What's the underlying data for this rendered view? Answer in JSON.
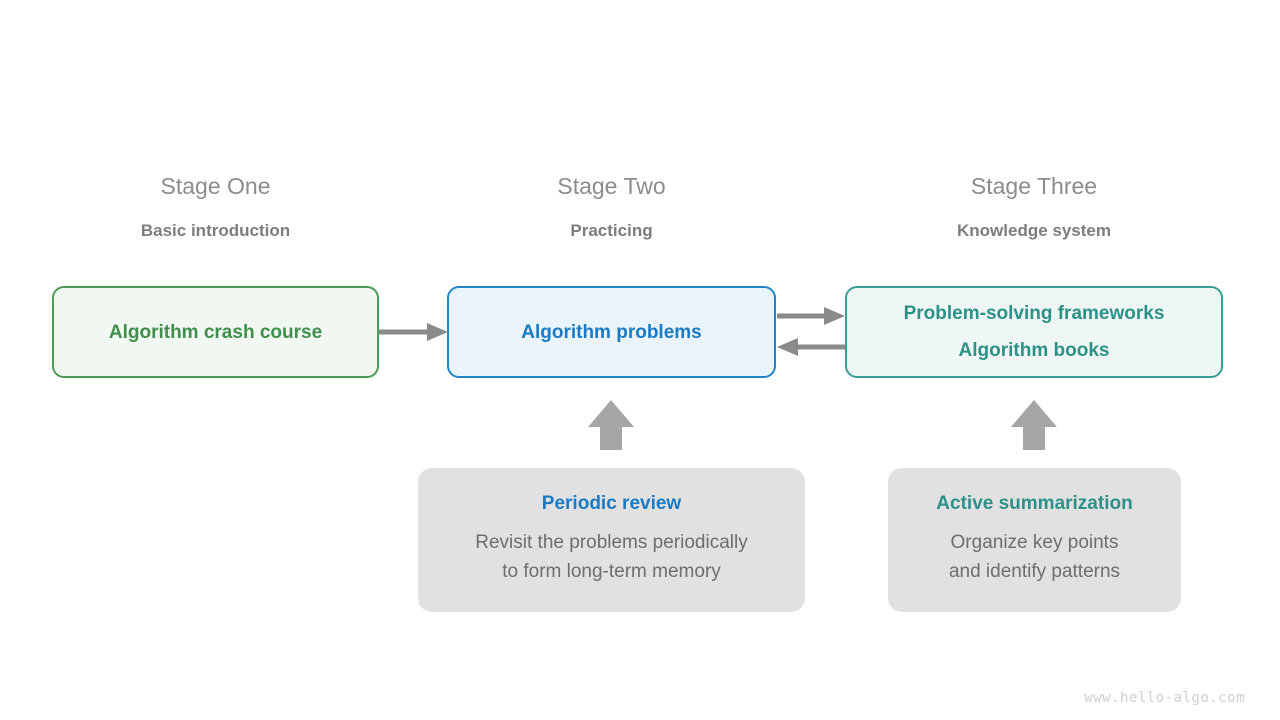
{
  "diagram": {
    "background_color": "#ffffff",
    "stages": [
      {
        "title": "Stage One",
        "subtitle": "Basic introduction",
        "node_lines": [
          "Algorithm crash course"
        ],
        "accent_color": "#3f8f4c",
        "border_color": "#4a9c54",
        "fill_color": "#f1f8f1"
      },
      {
        "title": "Stage Two",
        "subtitle": "Practicing",
        "node_lines": [
          "Algorithm problems"
        ],
        "accent_color": "#1a7ac4",
        "border_color": "#2284cc",
        "fill_color": "#e9f4fc"
      },
      {
        "title": "Stage Three",
        "subtitle": "Knowledge system",
        "node_lines": [
          "Problem-solving frameworks",
          "Algorithm books"
        ],
        "accent_color": "#2e9189",
        "border_color": "#3a9e96",
        "fill_color": "#eff7f5"
      }
    ],
    "notes": [
      {
        "title": "Periodic review",
        "title_color": "#1a7ac4",
        "body_lines": [
          "Revisit the problems periodically",
          "to form long-term memory"
        ],
        "fill_color": "#e1e1e1"
      },
      {
        "title": "Active summarization",
        "title_color": "#2e9189",
        "body_lines": [
          "Organize key points",
          "and identify patterns"
        ],
        "fill_color": "#e1e1e1"
      }
    ],
    "connectors": [
      {
        "name": "stage-one-to-stage-two",
        "direction": "right",
        "color": "#8a8a8a"
      },
      {
        "name": "stage-two-to-stage-three",
        "direction": "right",
        "color": "#8a8a8a"
      },
      {
        "name": "stage-three-to-stage-two",
        "direction": "left",
        "color": "#8a8a8a"
      },
      {
        "name": "periodic-review-to-stage-two",
        "direction": "up",
        "color": "#a6a6a6"
      },
      {
        "name": "active-summarization-to-stage-three",
        "direction": "up",
        "color": "#a6a6a6"
      }
    ],
    "watermark": "www.hello-algo.com"
  }
}
